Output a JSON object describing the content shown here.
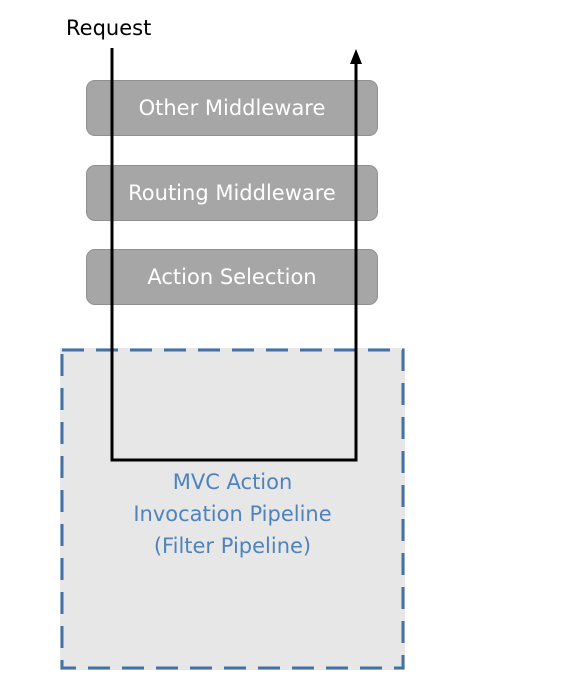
{
  "request_label": "Request",
  "middleware": [
    {
      "label": "Other Middleware"
    },
    {
      "label": "Routing Middleware"
    },
    {
      "label": "Action Selection"
    }
  ],
  "pipeline": {
    "lines": [
      "MVC Action",
      "Invocation Pipeline",
      "(Filter Pipeline)"
    ]
  },
  "colors": {
    "box_fill": "#a6a6a6",
    "pipeline_fill": "#e7e7e7",
    "pipeline_border": "#4472a4",
    "pipeline_text": "#4f83bd",
    "arrow": "#000000"
  }
}
